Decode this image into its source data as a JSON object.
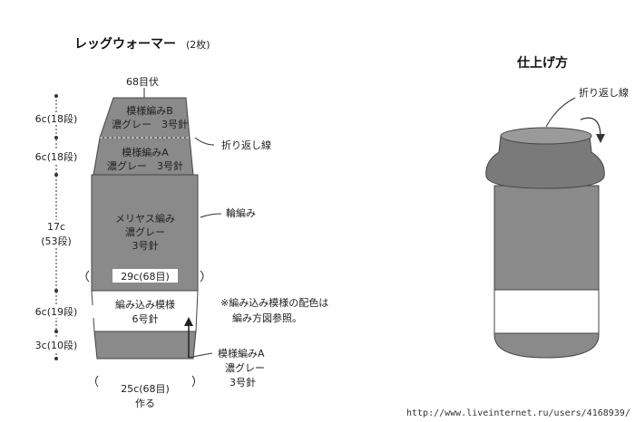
{
  "left": {
    "title": "レッグウォーマー",
    "title_suffix": "(2枚)",
    "top_label": "68目伏",
    "sections": [
      {
        "line1": "模様編みB",
        "line2": "濃グレー　3号針"
      },
      {
        "line1": "模様編みA",
        "line2": "濃グレー　3号針"
      },
      {
        "line1": "メリヤス編み",
        "line2": "濃グレー",
        "line3": "3号針"
      },
      {
        "line1": "編み込み模様",
        "line2": "6号針"
      }
    ],
    "width_mid": "29c(68目)",
    "width_bottom": "25c(68目)",
    "bottom_label": "作る",
    "dimensions": [
      "6c(18段)",
      "6c(18段)",
      "17c",
      "(53段)",
      "6c(19段)",
      "3c(10段)"
    ],
    "callout_fold": "折り返し線",
    "callout_round": "輪編み",
    "note_line1": "※編み込み模様の配色は",
    "note_line2": "編み方図参照。",
    "callout_a_line1": "模様編みA",
    "callout_a_line2": "濃グレー",
    "callout_a_line3": "3号針"
  },
  "right": {
    "title": "仕上げ方",
    "callout_fold": "折り返し線"
  },
  "footer": {
    "url": "http://www.liveinternet.ru/users/4168939/"
  },
  "colors": {
    "gray": "#8a8a8a",
    "dark_gray": "#7a7a7a",
    "white": "#ffffff",
    "line": "#333333"
  }
}
